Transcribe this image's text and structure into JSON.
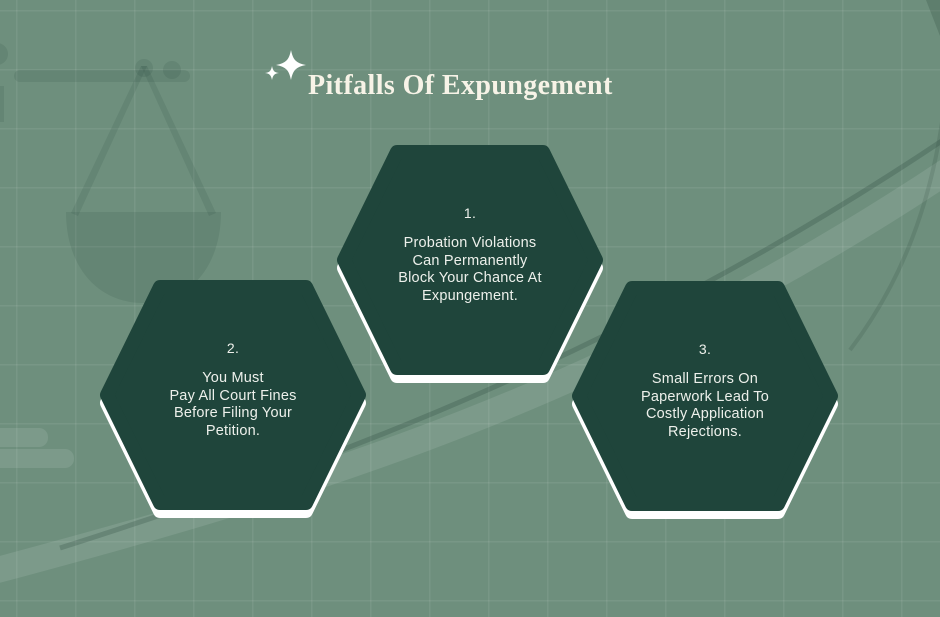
{
  "page": {
    "title": "Pitfalls Of Expungement"
  },
  "items": [
    {
      "number": "1.",
      "text": "Probation Violations\nCan Permanently\nBlock Your Chance At\nExpungement."
    },
    {
      "number": "2.",
      "text": "You Must\nPay All Court Fines\nBefore Filing Your\nPetition."
    },
    {
      "number": "3.",
      "text": "Small Errors On\nPaperwork Lead To\nCostly Application\nRejections."
    }
  ],
  "icons": {
    "sparkle": "sparkle-icon",
    "scales": "scales-of-justice-icon"
  },
  "colors": {
    "background": "#6E8F7D",
    "hexagon_fill": "#1F453B",
    "hexagon_outline": "#FFFFFF",
    "title_text": "#F7F3E7",
    "body_text": "#EDF0EB"
  }
}
